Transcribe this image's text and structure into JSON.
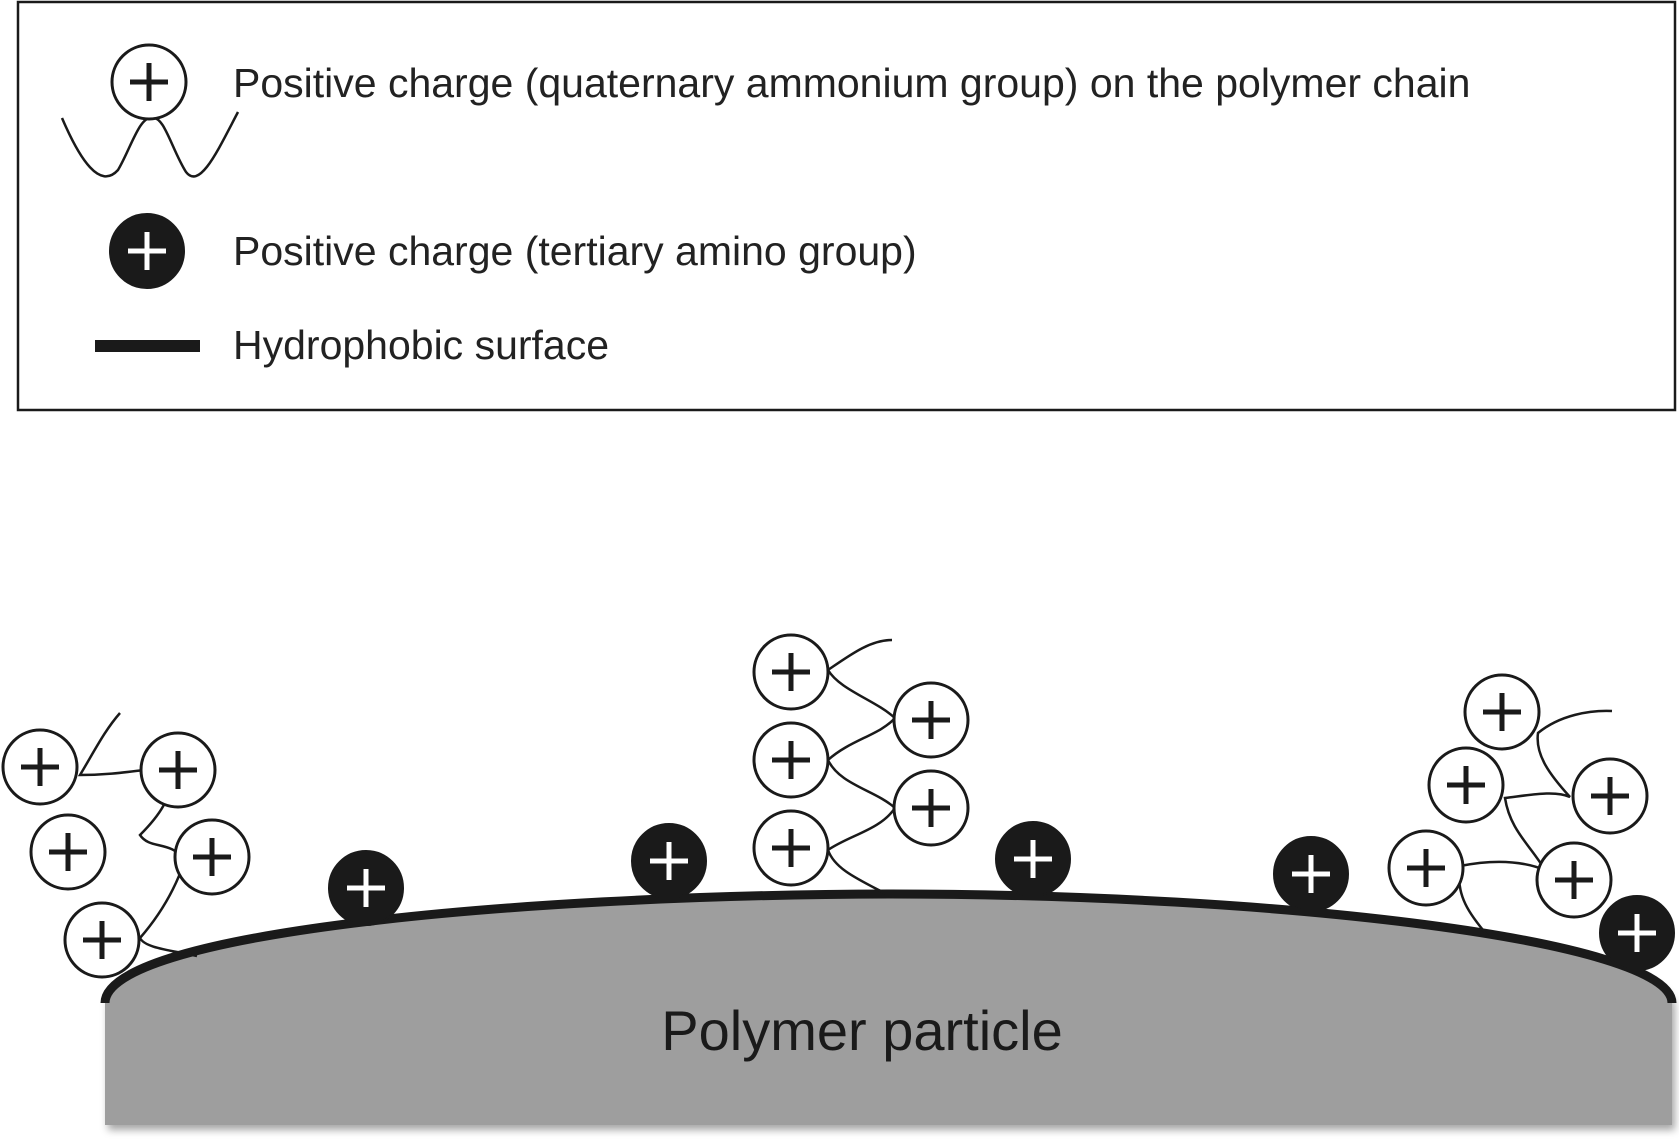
{
  "legend": {
    "items": [
      {
        "icon": "open-plus-charge-on-chain-icon",
        "label": "Positive charge (quaternary ammonium group) on the polymer chain"
      },
      {
        "icon": "solid-plus-charge-icon",
        "label": "Positive charge (tertiary amino group)"
      },
      {
        "icon": "thick-line-icon",
        "label": "Hydrophobic surface"
      }
    ]
  },
  "particle": {
    "label": "Polymer particle",
    "fill_color": "#9e9e9e",
    "surface_color": "#1a1a1a"
  },
  "colors": {
    "open_charge_fill": "#ffffff",
    "solid_charge_fill": "#1a1a1a",
    "ink": "#1a1a1a"
  }
}
